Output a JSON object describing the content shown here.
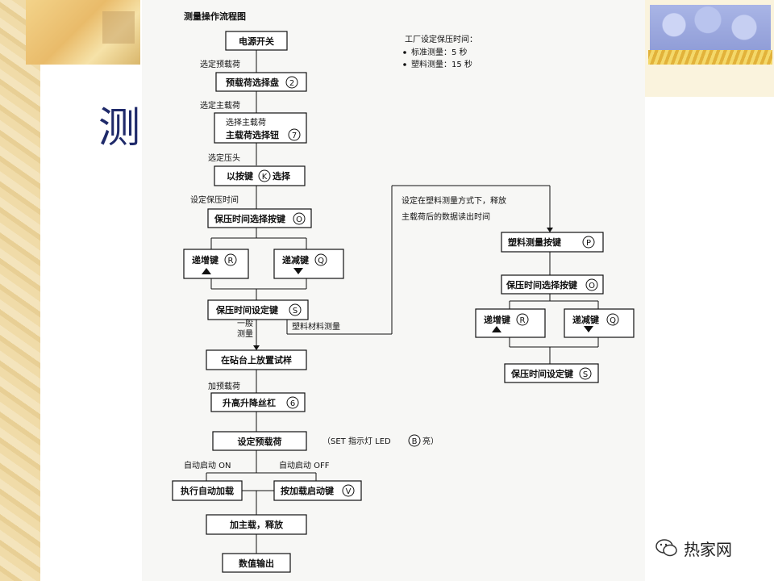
{
  "slide": {
    "title_char": "测",
    "watermark": "热家网"
  },
  "diagram": {
    "title": "测量操作流程图",
    "factory_note": {
      "title": "工厂设定保压时间：",
      "items": [
        "标准测量：5 秒",
        "塑料测量：15 秒"
      ]
    },
    "left_boxes": [
      {
        "id": "power",
        "text": "电源开关"
      },
      {
        "id": "preload-dial",
        "text": "预载荷选择盘",
        "key": "2"
      },
      {
        "id": "mainload-select",
        "line1": "选择主载荷",
        "text": "主载荷选择钮",
        "key": "7"
      },
      {
        "id": "indenter",
        "text": "以按键",
        "key": "K",
        "text_after": "选择"
      },
      {
        "id": "dwell-select",
        "text": "保压时间选择按键",
        "key": "O"
      },
      {
        "id": "increment",
        "text": "递增键",
        "key": "R"
      },
      {
        "id": "decrement",
        "text": "递减键",
        "key": "Q"
      },
      {
        "id": "dwell-set",
        "text": "保压时间设定键",
        "key": "S"
      },
      {
        "id": "place-sample",
        "text": "在砧台上放置试样"
      },
      {
        "id": "raise-screw",
        "text": "升高升降丝杠",
        "key": "6"
      },
      {
        "id": "set-preload",
        "text": "设定预载荷"
      },
      {
        "id": "auto-load",
        "text": "执行自动加载"
      },
      {
        "id": "press-load",
        "text": "按加载启动键",
        "key": "V"
      },
      {
        "id": "apply-main",
        "text": "加主载，释放"
      },
      {
        "id": "output",
        "text": "数值输出"
      }
    ],
    "right_boxes": [
      {
        "id": "plastic-key",
        "text": "塑料测量按键",
        "key": "P"
      },
      {
        "id": "r-dwell-select",
        "text": "保压时间选择按键",
        "key": "O"
      },
      {
        "id": "r-increment",
        "text": "递增键",
        "key": "R"
      },
      {
        "id": "r-decrement",
        "text": "递减键",
        "key": "Q"
      },
      {
        "id": "r-dwell-set",
        "text": "保压时间设定键",
        "key": "S"
      }
    ],
    "labels": {
      "select_preload": "选定预载荷",
      "select_mainload": "选定主载荷",
      "select_indenter": "选定压头",
      "set_dwell": "设定保压时间",
      "general_line1": "一般",
      "general_line2": "测量",
      "plastic_material": "塑料材料测量",
      "add_preload": "加预载荷",
      "set_indicator_pre": "（SET 指示灯 LED",
      "set_indicator_key": "B",
      "set_indicator_post": "亮）",
      "auto_on": "自动启动 ON",
      "auto_off": "自动启动 OFF",
      "plastic_note_line1": "设定在塑料测量方式下，释放",
      "plastic_note_line2": "主载荷后的数据读出时间"
    }
  }
}
